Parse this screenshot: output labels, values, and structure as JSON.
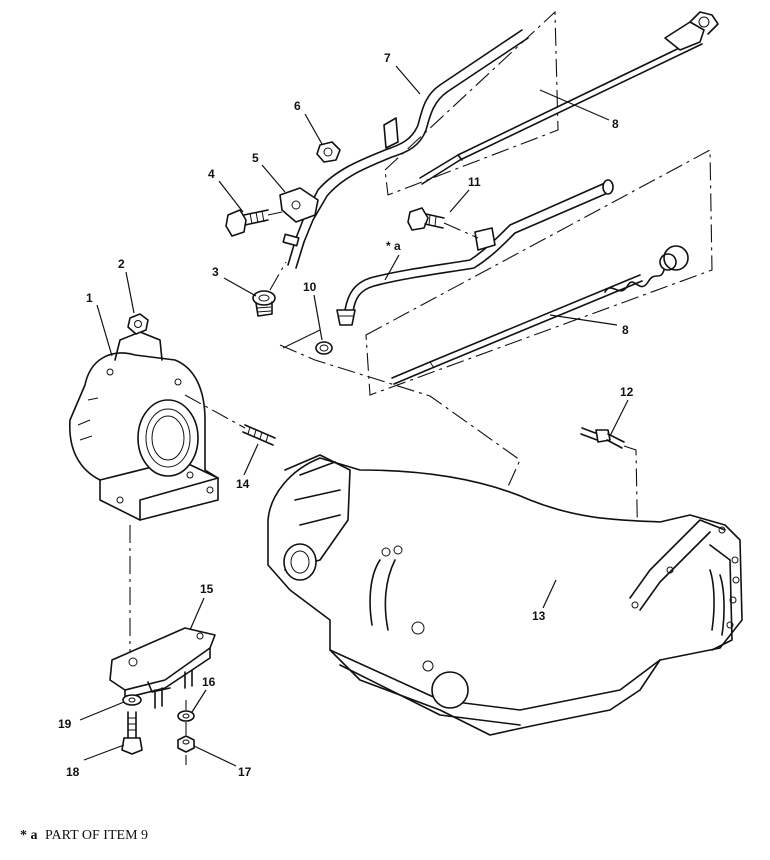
{
  "callouts": [
    {
      "id": "1",
      "label": "1"
    },
    {
      "id": "2",
      "label": "2"
    },
    {
      "id": "3",
      "label": "3"
    },
    {
      "id": "4",
      "label": "4"
    },
    {
      "id": "5",
      "label": "5"
    },
    {
      "id": "6",
      "label": "6"
    },
    {
      "id": "7",
      "label": "7"
    },
    {
      "id": "8a",
      "label": "8"
    },
    {
      "id": "8b",
      "label": "8"
    },
    {
      "id": "10",
      "label": "10"
    },
    {
      "id": "11",
      "label": "11"
    },
    {
      "id": "12",
      "label": "12"
    },
    {
      "id": "13",
      "label": "13"
    },
    {
      "id": "14",
      "label": "14"
    },
    {
      "id": "15",
      "label": "15"
    },
    {
      "id": "16",
      "label": "16"
    },
    {
      "id": "17",
      "label": "17"
    },
    {
      "id": "18",
      "label": "18"
    },
    {
      "id": "19",
      "label": "19"
    },
    {
      "id": "a",
      "label": "* a"
    }
  ],
  "footnote": {
    "marker": "* a",
    "text": "PART OF ITEM 9"
  }
}
